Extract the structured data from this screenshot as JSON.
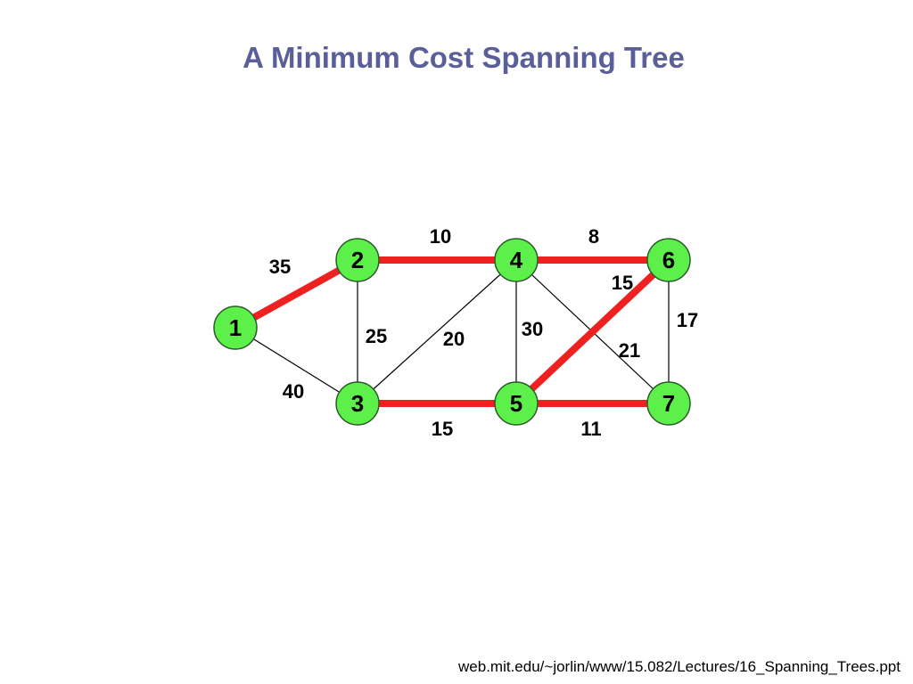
{
  "title": "A Minimum Cost Spanning Tree",
  "source_url": "web.mit.edu/~jorlin/www/15.082/Lectures/16_Spanning_Trees.ppt",
  "colors": {
    "node_fill": "#5ef04a",
    "node_stroke": "#2a5a2a",
    "tree_edge": "#ee2020",
    "plain_edge": "#000000",
    "title": "#5a5f9a"
  },
  "nodes": [
    {
      "id": "1",
      "label": "1"
    },
    {
      "id": "2",
      "label": "2"
    },
    {
      "id": "3",
      "label": "3"
    },
    {
      "id": "4",
      "label": "4"
    },
    {
      "id": "5",
      "label": "5"
    },
    {
      "id": "6",
      "label": "6"
    },
    {
      "id": "7",
      "label": "7"
    }
  ],
  "edges": [
    {
      "from": "1",
      "to": "2",
      "weight": "35",
      "in_tree": true
    },
    {
      "from": "2",
      "to": "4",
      "weight": "10",
      "in_tree": true
    },
    {
      "from": "4",
      "to": "6",
      "weight": "8",
      "in_tree": true
    },
    {
      "from": "1",
      "to": "3",
      "weight": "40",
      "in_tree": false
    },
    {
      "from": "2",
      "to": "3",
      "weight": "25",
      "in_tree": false
    },
    {
      "from": "3",
      "to": "4",
      "weight": "20",
      "in_tree": false
    },
    {
      "from": "4",
      "to": "5",
      "weight": "30",
      "in_tree": false
    },
    {
      "from": "4",
      "to": "7",
      "weight": "21",
      "in_tree": false
    },
    {
      "from": "5",
      "to": "6",
      "weight": "15",
      "in_tree": true
    },
    {
      "from": "6",
      "to": "7",
      "weight": "17",
      "in_tree": false
    },
    {
      "from": "3",
      "to": "5",
      "weight": "15",
      "in_tree": true
    },
    {
      "from": "5",
      "to": "7",
      "weight": "11",
      "in_tree": true
    }
  ]
}
